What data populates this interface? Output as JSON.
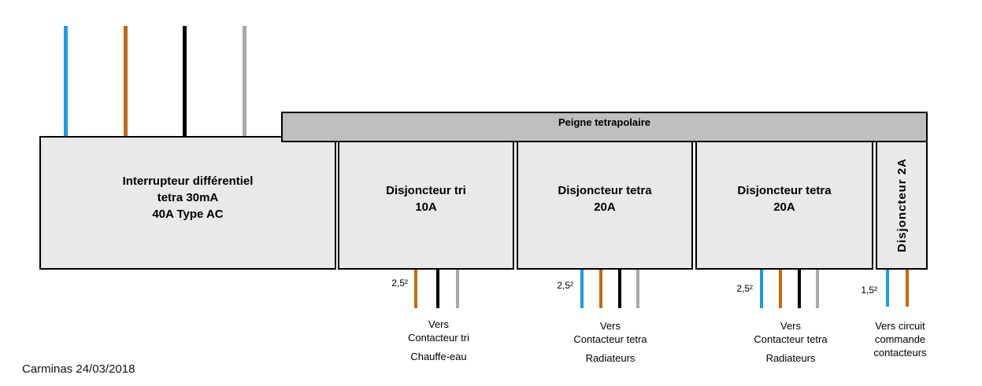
{
  "colors": {
    "wire_blue": "#1a9ce8",
    "wire_orange": "#c16a11",
    "wire_black": "#000000",
    "wire_gray": "#a8a8a8",
    "box_fill": "#e9e9e9",
    "bus_bar_fill": "#bfbfbf",
    "border": "#000000"
  },
  "incoming_feed": {
    "wires": [
      "blue",
      "orange",
      "black",
      "gray"
    ]
  },
  "main_device": {
    "lines": [
      "Interrupteur différentiel",
      "tetra 30mA",
      "40A Type AC"
    ]
  },
  "bus_bar": {
    "label": "Peigne tetrapolaire"
  },
  "branches": [
    {
      "title_lines": [
        "Disjoncteur tri",
        "10A"
      ],
      "wire_section": "2,5²",
      "wires": [
        "orange",
        "black",
        "gray"
      ],
      "destination_lines": [
        "Vers",
        "Contacteur tri"
      ],
      "load": "Chauffe-eau"
    },
    {
      "title_lines": [
        "Disjoncteur tetra",
        "20A"
      ],
      "wire_section": "2,5²",
      "wires": [
        "blue",
        "orange",
        "black",
        "gray"
      ],
      "destination_lines": [
        "Vers",
        "Contacteur tetra"
      ],
      "load": "Radiateurs"
    },
    {
      "title_lines": [
        "Disjoncteur tetra",
        "20A"
      ],
      "wire_section": "2,5²",
      "wires": [
        "blue",
        "orange",
        "black",
        "gray"
      ],
      "destination_lines": [
        "Vers",
        "Contacteur tetra"
      ],
      "load": "Radiateurs"
    },
    {
      "title_vertical": "Disjoncteur 2A",
      "wire_section": "1,5²",
      "wires": [
        "blue",
        "orange"
      ],
      "destination_lines": [
        "Vers circuit",
        "commande",
        "contacteurs"
      ]
    }
  ],
  "footer": {
    "credit": "Carminas 24/03/2018"
  }
}
